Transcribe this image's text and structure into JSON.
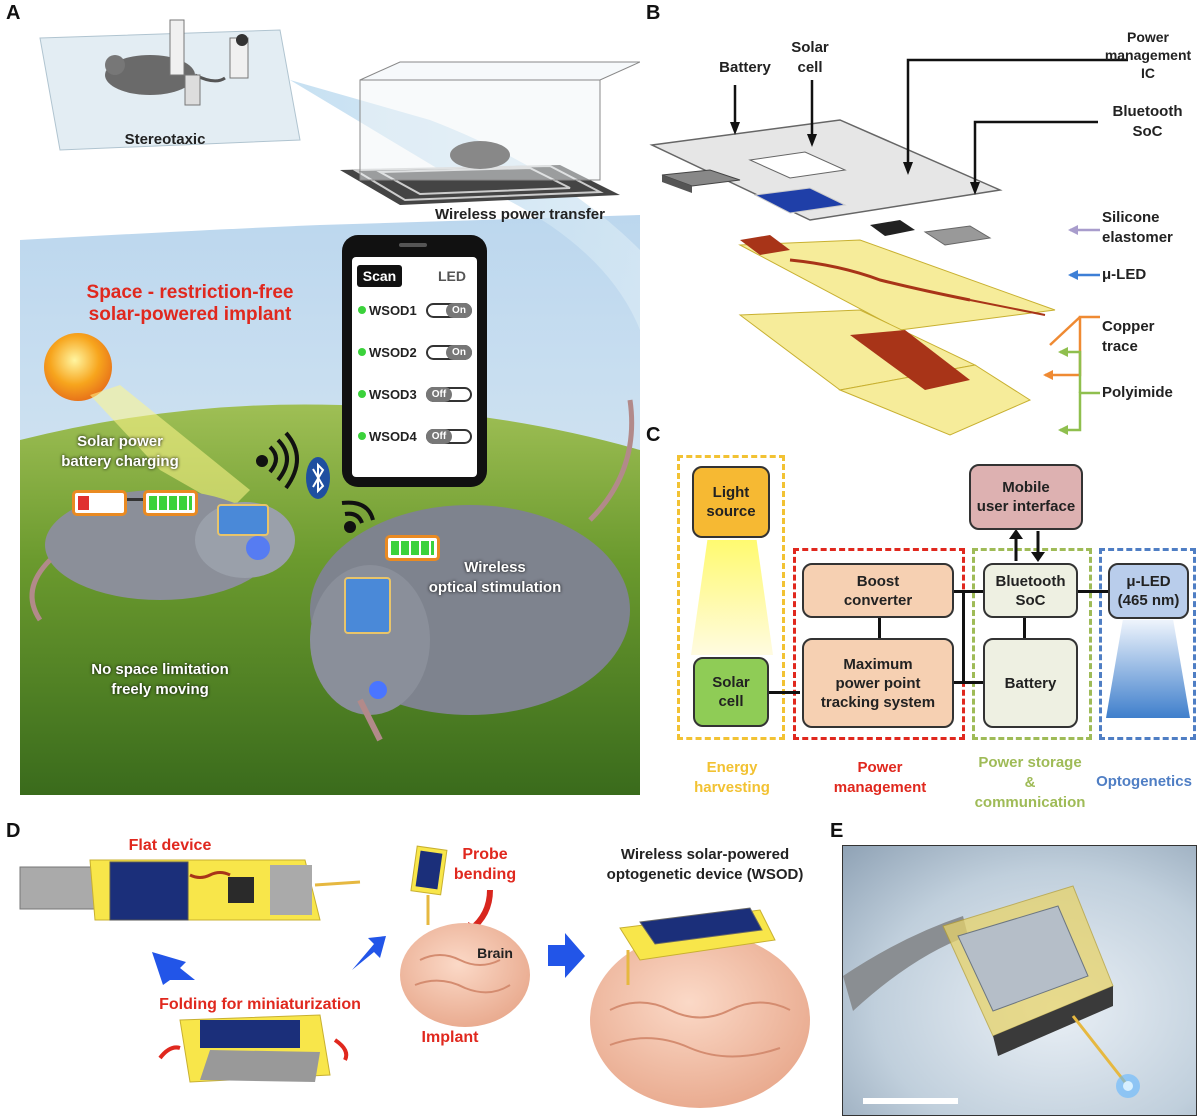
{
  "panels": {
    "a": "A",
    "b": "B",
    "c": "C",
    "d": "D",
    "e": "E"
  },
  "panel_a": {
    "stereotaxic": "Stereotaxic",
    "wireless_power": "Wireless power transfer",
    "headline_1": "Space - restriction-free",
    "headline_2": "solar-powered implant",
    "solar_charging_1": "Solar power",
    "solar_charging_2": "battery charging",
    "optical_1": "Wireless",
    "optical_2": "optical stimulation",
    "freely_1": "No space limitation",
    "freely_2": "freely moving",
    "phone": {
      "scan": "Scan",
      "led": "LED",
      "devices": [
        {
          "name": "WSOD1",
          "state": "On"
        },
        {
          "name": "WSOD2",
          "state": "On"
        },
        {
          "name": "WSOD3",
          "state": "Off"
        },
        {
          "name": "WSOD4",
          "state": "Off"
        }
      ]
    },
    "colors": {
      "headline": "#e0281e",
      "status_dot": "#3bd23b",
      "battery_frame": "#e98a22"
    },
    "icons": [
      "sun-icon",
      "sound-wave-icon",
      "bluetooth-icon",
      "wifi-icon",
      "battery-icon"
    ]
  },
  "panel_b": {
    "battery": "Battery",
    "solar_1": "Solar",
    "solar_2": "cell",
    "pm_1": "Power",
    "pm_2": "management",
    "pm_3": "IC",
    "bt_1": "Bluetooth",
    "bt_2": "SoC",
    "silicone_1": "Silicone",
    "silicone_2": "elastomer",
    "uled": "μ-LED",
    "copper_1": "Copper",
    "copper_2": "trace",
    "polyimide": "Polyimide",
    "colors": {
      "silicone": "#a89ccc",
      "uled": "#3d7fd6",
      "copper": "#ef8a33",
      "polyimide": "#8fbf4e"
    }
  },
  "panel_c": {
    "light_1": "Light",
    "light_2": "source",
    "solar_1": "Solar",
    "solar_2": "cell",
    "boost_1": "Boost",
    "boost_2": "converter",
    "mppt_1": "Maximum",
    "mppt_2": "power point",
    "mppt_3": "tracking system",
    "mobile_1": "Mobile",
    "mobile_2": "user interface",
    "bt_1": "Bluetooth",
    "bt_2": "SoC",
    "battery": "Battery",
    "uled_1": "μ-LED",
    "uled_2": "(465 nm)",
    "cat_energy_1": "Energy",
    "cat_energy_2": "harvesting",
    "cat_power_1": "Power",
    "cat_power_2": "management",
    "cat_storage_1": "Power storage",
    "cat_storage_2": "&",
    "cat_storage_3": "communication",
    "cat_opto": "Optogenetics",
    "colors": {
      "energy": "#f2c233",
      "power": "#e0281e",
      "storage": "#9fbb57",
      "opto": "#4f7ec4"
    }
  },
  "panel_d": {
    "flat": "Flat device",
    "folding": "Folding for miniaturization",
    "probe_1": "Probe",
    "probe_2": "bending",
    "brain": "Brain",
    "implant": "Implant",
    "wsod_1": "Wireless solar-powered",
    "wsod_2": "optogenetic device (WSOD)"
  }
}
